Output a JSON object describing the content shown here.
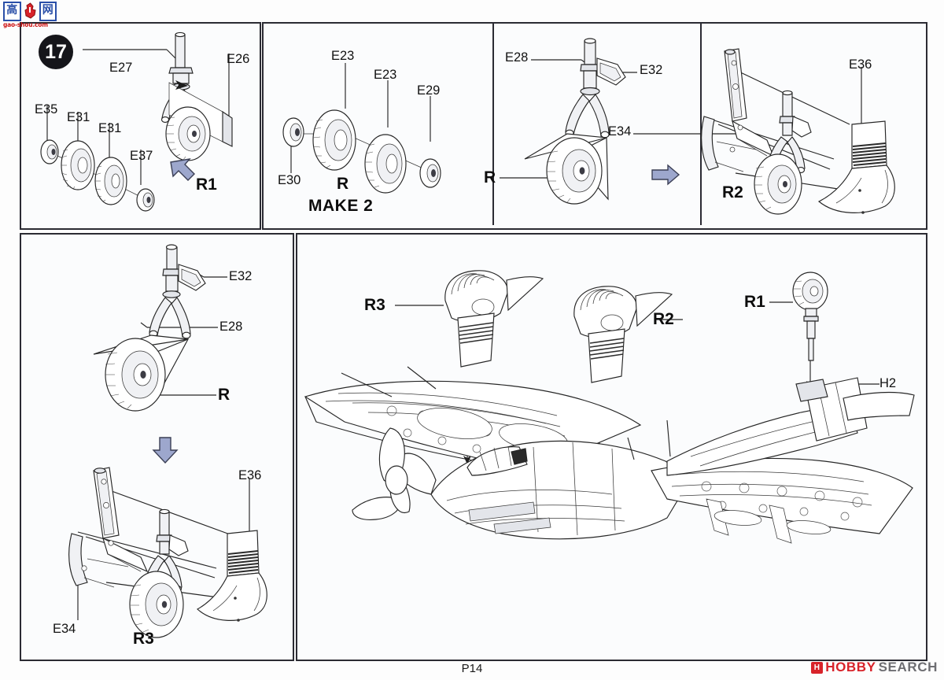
{
  "page": {
    "step_number": "17",
    "page_number": "P14"
  },
  "watermark": {
    "char1": "高",
    "char2": "网",
    "url": "gao-shou.com",
    "icon": "hand-thumb-icon"
  },
  "footer_logo": {
    "mark": "H",
    "word1": "HOBBY",
    "word2": "SEARCH"
  },
  "panels": {
    "top_left": {
      "name": "wheel-subassembly-R1",
      "sub_label": "R1",
      "labels": [
        "E27",
        "E26",
        "E35",
        "E31",
        "E31",
        "E37"
      ],
      "arrow": "arrow-up-left"
    },
    "top_mid": {
      "name": "tire-subassembly-R",
      "sub_label": "R",
      "make_label": "MAKE 2",
      "labels": [
        "E23",
        "E23",
        "E29",
        "E30"
      ]
    },
    "top_mid2": {
      "name": "strut-wheel-subassembly-R",
      "sub_label": "R",
      "labels": [
        "E28",
        "E32"
      ]
    },
    "top_right": {
      "name": "nacelle-assembly-R2",
      "sub_label": "R2",
      "labels": [
        "E34",
        "E36"
      ],
      "arrow": "arrow-right"
    },
    "bottom_left": {
      "name": "strut-wheel-and-nacelle-R3",
      "sub_label_top": "R",
      "sub_label_bottom": "R3",
      "labels": [
        "E32",
        "E28",
        "E36",
        "E34"
      ],
      "arrow": "arrow-down"
    },
    "main": {
      "name": "aircraft-assembly-overview",
      "labels": [
        "R3",
        "R2",
        "R1",
        "H2"
      ]
    }
  },
  "part_labels": {
    "E23": "E23",
    "E26": "E26",
    "E27": "E27",
    "E28": "E28",
    "E29": "E29",
    "E30": "E30",
    "E31": "E31",
    "E32": "E32",
    "E34": "E34",
    "E35": "E35",
    "E36": "E36",
    "E37": "E37",
    "H2": "H2",
    "R": "R",
    "R1": "R1",
    "R2": "R2",
    "R3": "R3",
    "MAKE2": "MAKE 2"
  },
  "colors": {
    "ink": "#262626",
    "arrow_fill": "#9da7cd",
    "arrow_stroke": "#3b3f55",
    "badge": "#15151a",
    "logo_red": "#d8232a",
    "logo_blue": "#2a4fa8"
  }
}
